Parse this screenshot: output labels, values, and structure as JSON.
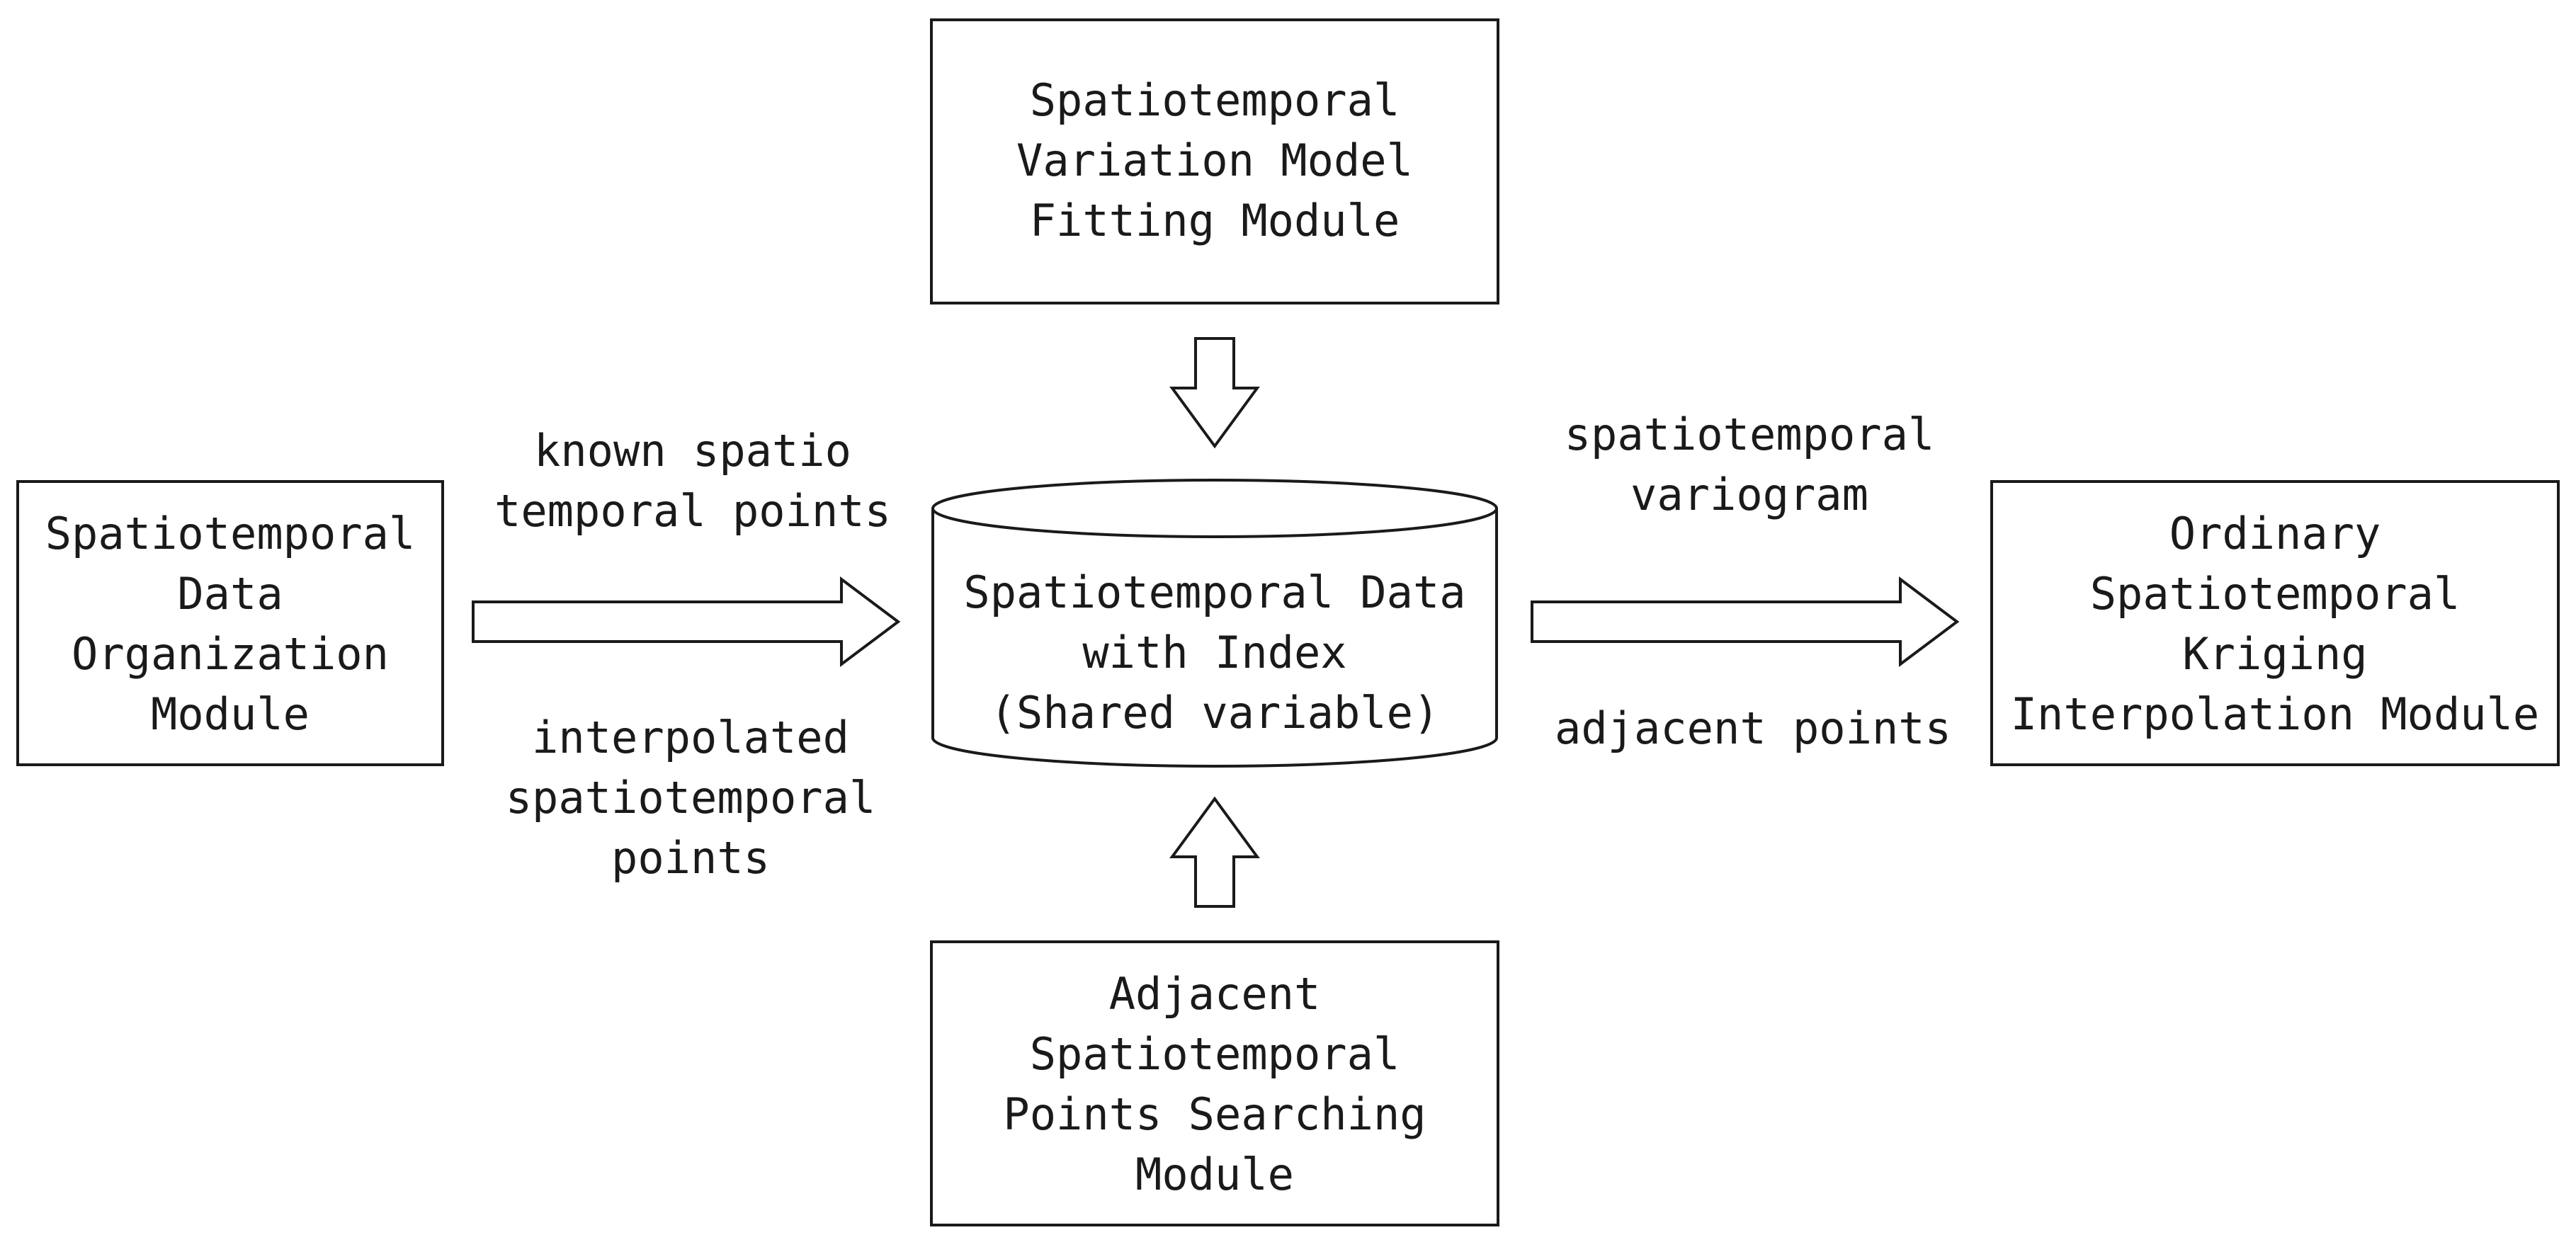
{
  "modules": {
    "variation_model": [
      "Spatiotemporal",
      "Variation Model",
      "Fitting Module"
    ],
    "data_organization": [
      "Spatiotemporal",
      "Data",
      "Organization",
      "Module"
    ],
    "shared_data": [
      "Spatiotemporal Data",
      "with Index",
      "(Shared variable)"
    ],
    "kriging": [
      "Ordinary",
      "Spatiotemporal",
      "Kriging",
      "Interpolation Module"
    ],
    "adjacent_search": [
      "Adjacent",
      "Spatiotemporal",
      "Points Searching",
      "Module"
    ]
  },
  "edge_labels": {
    "known_points": [
      "known spatio",
      "temporal points"
    ],
    "interpolated_points": [
      "interpolated",
      "spatiotemporal",
      "points"
    ],
    "variogram": [
      "spatiotemporal",
      "variogram"
    ],
    "adjacent_points": [
      "adjacent points"
    ]
  }
}
